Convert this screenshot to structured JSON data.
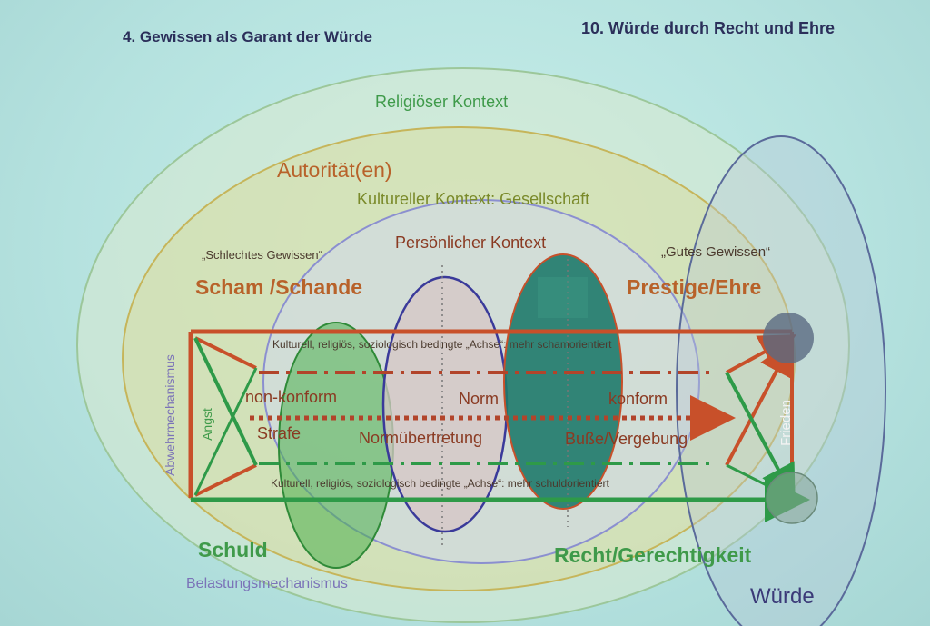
{
  "headers": {
    "left": "4. Gewissen als Garant der Würde",
    "right_pre": "10. Würde durch ",
    "right_bold": "Recht und Ehre"
  },
  "contexts": {
    "religious": "Religiöser Kontext",
    "authorities": "Autorität(en)",
    "cultural": "Kultureller Kontext: Gesellschaft",
    "personal": "Persönlicher Kontext"
  },
  "conscience": {
    "bad": "„Schlechtes Gewissen“",
    "good": "„Gutes Gewissen“"
  },
  "poles": {
    "shame": "Scham /Schande",
    "prestige": "Prestige/Ehre",
    "guilt": "Schuld",
    "justice": "Recht/Gerechtigkeit",
    "dignity": "Würde"
  },
  "middle": {
    "nonconform": "non-konform",
    "norm": "Norm",
    "conform": "konform",
    "punishment": "Strafe",
    "violation": "Normübertretung",
    "penance": "Buße/Vergebung"
  },
  "axes": {
    "top": "Kulturell, religiös, soziologisch bedingte „Achse“: mehr schamorientiert",
    "bottom": "Kulturell, religiös, soziologisch bedingte „Achse“: mehr schuldorientiert"
  },
  "side": {
    "defense": "Abwehrmechanismus",
    "fear": "Angst",
    "peace": "Frieden",
    "burden": "Belastungsmechanismus"
  },
  "colors": {
    "red": "#c8502a",
    "green": "#2e9a48",
    "teal": "#1f7a6c",
    "purple": "#6b5da8"
  }
}
